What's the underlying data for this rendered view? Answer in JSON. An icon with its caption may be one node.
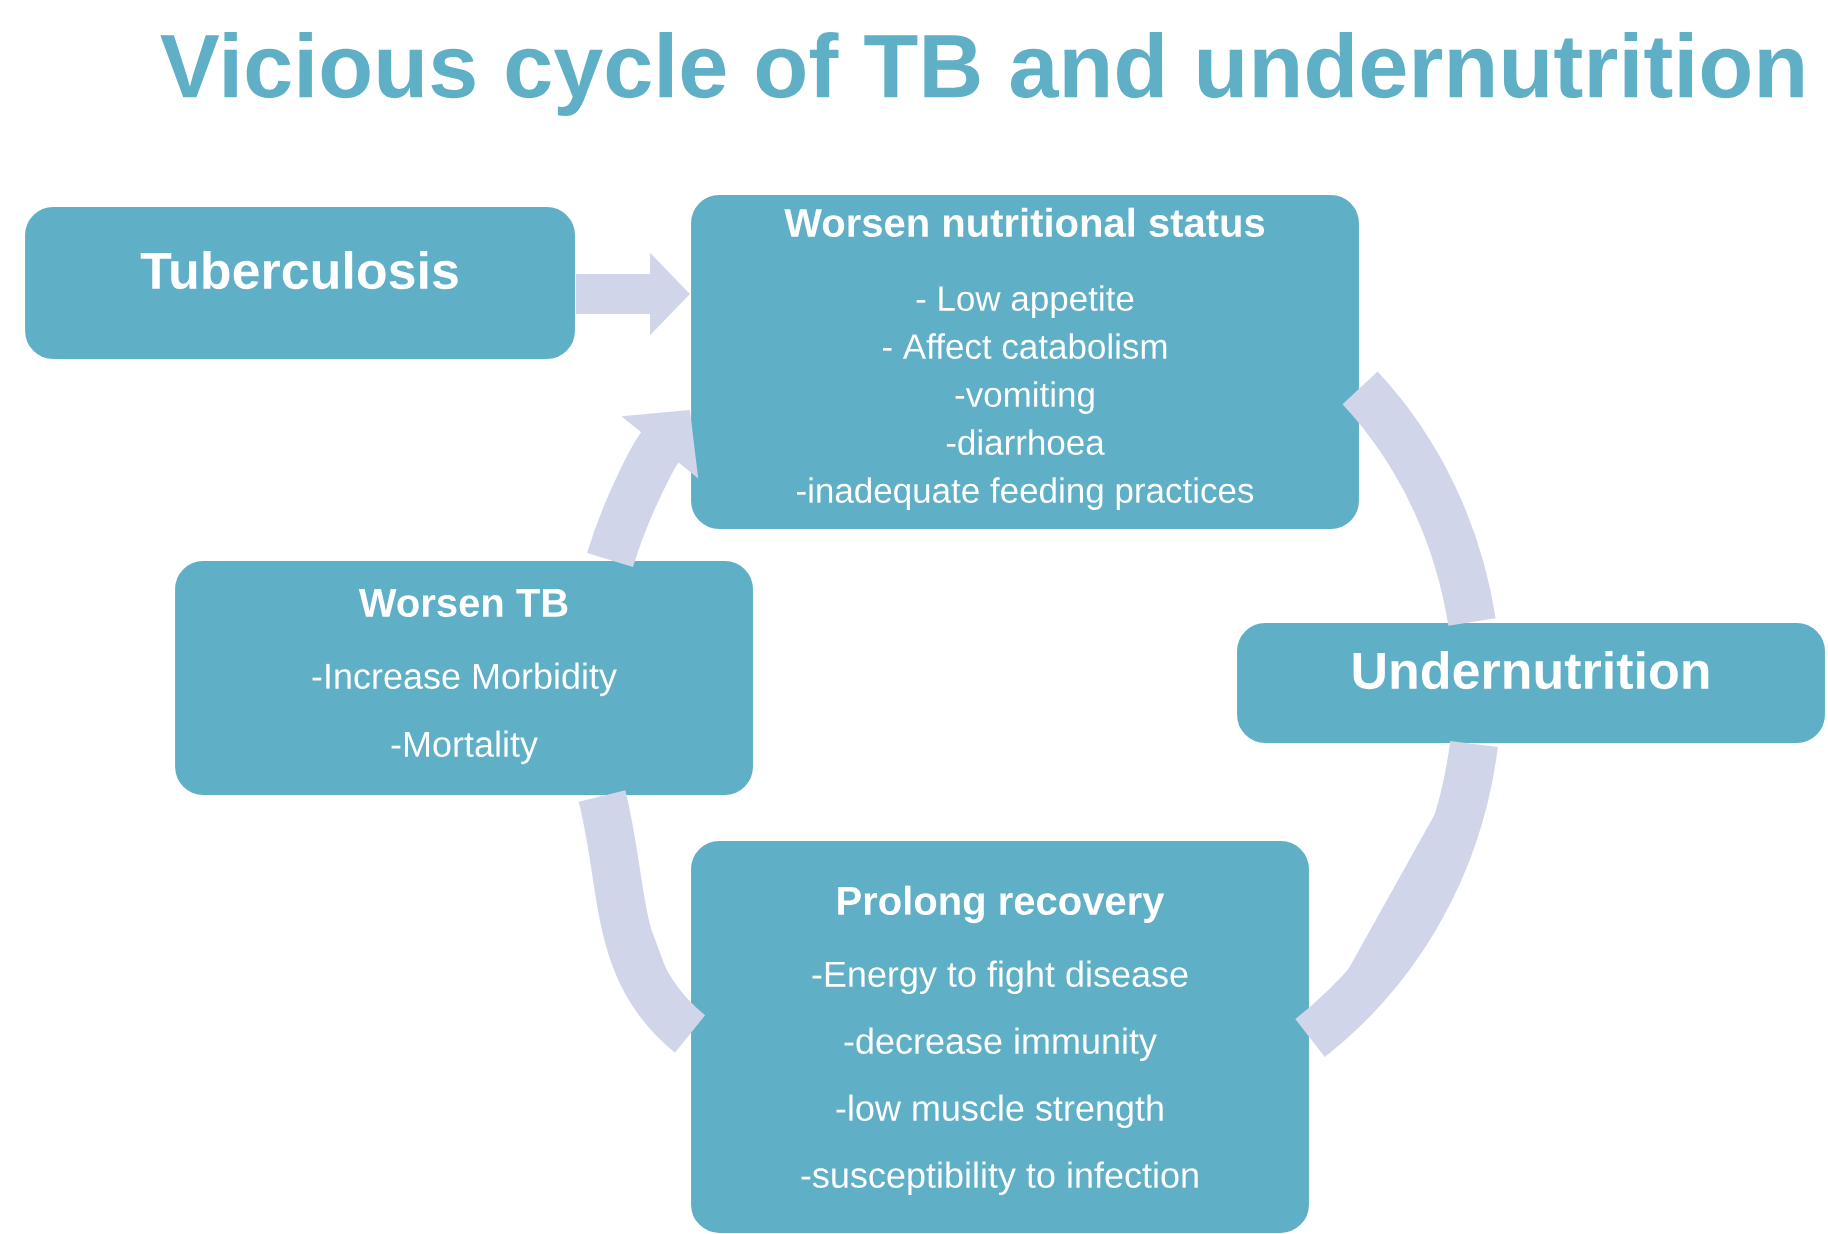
{
  "diagram": {
    "title": "Vicious cycle of TB and undernutrition",
    "nodes": [
      {
        "text": [
          "Tuberculosis"
        ]
      },
      {
        "text": [
          "Worsen nutritional status",
          "- Low appetite",
          "- Affect catabolism",
          "-vomiting",
          "-diarrhoea",
          "-inadequate feeding practices"
        ]
      },
      {
        "text": [
          "Undernutrition"
        ]
      },
      {
        "text": [
          "Prolong recovery",
          "-Energy to fight disease",
          "-decrease immunity",
          "-low muscle strength",
          "-susceptibility to infection"
        ]
      },
      {
        "text": [
          "Worsen TB",
          "-Increase Morbidity",
          "-Mortality"
        ]
      }
    ],
    "edges": [
      {
        "from": 0,
        "to": 1,
        "arrow": "to"
      },
      {
        "from": 1,
        "to": 2,
        "arrow": "none"
      },
      {
        "from": 2,
        "to": 3,
        "arrow": "none"
      },
      {
        "from": 3,
        "to": 4,
        "arrow": "none"
      },
      {
        "from": 4,
        "to": 1,
        "arrow": "to"
      }
    ]
  }
}
